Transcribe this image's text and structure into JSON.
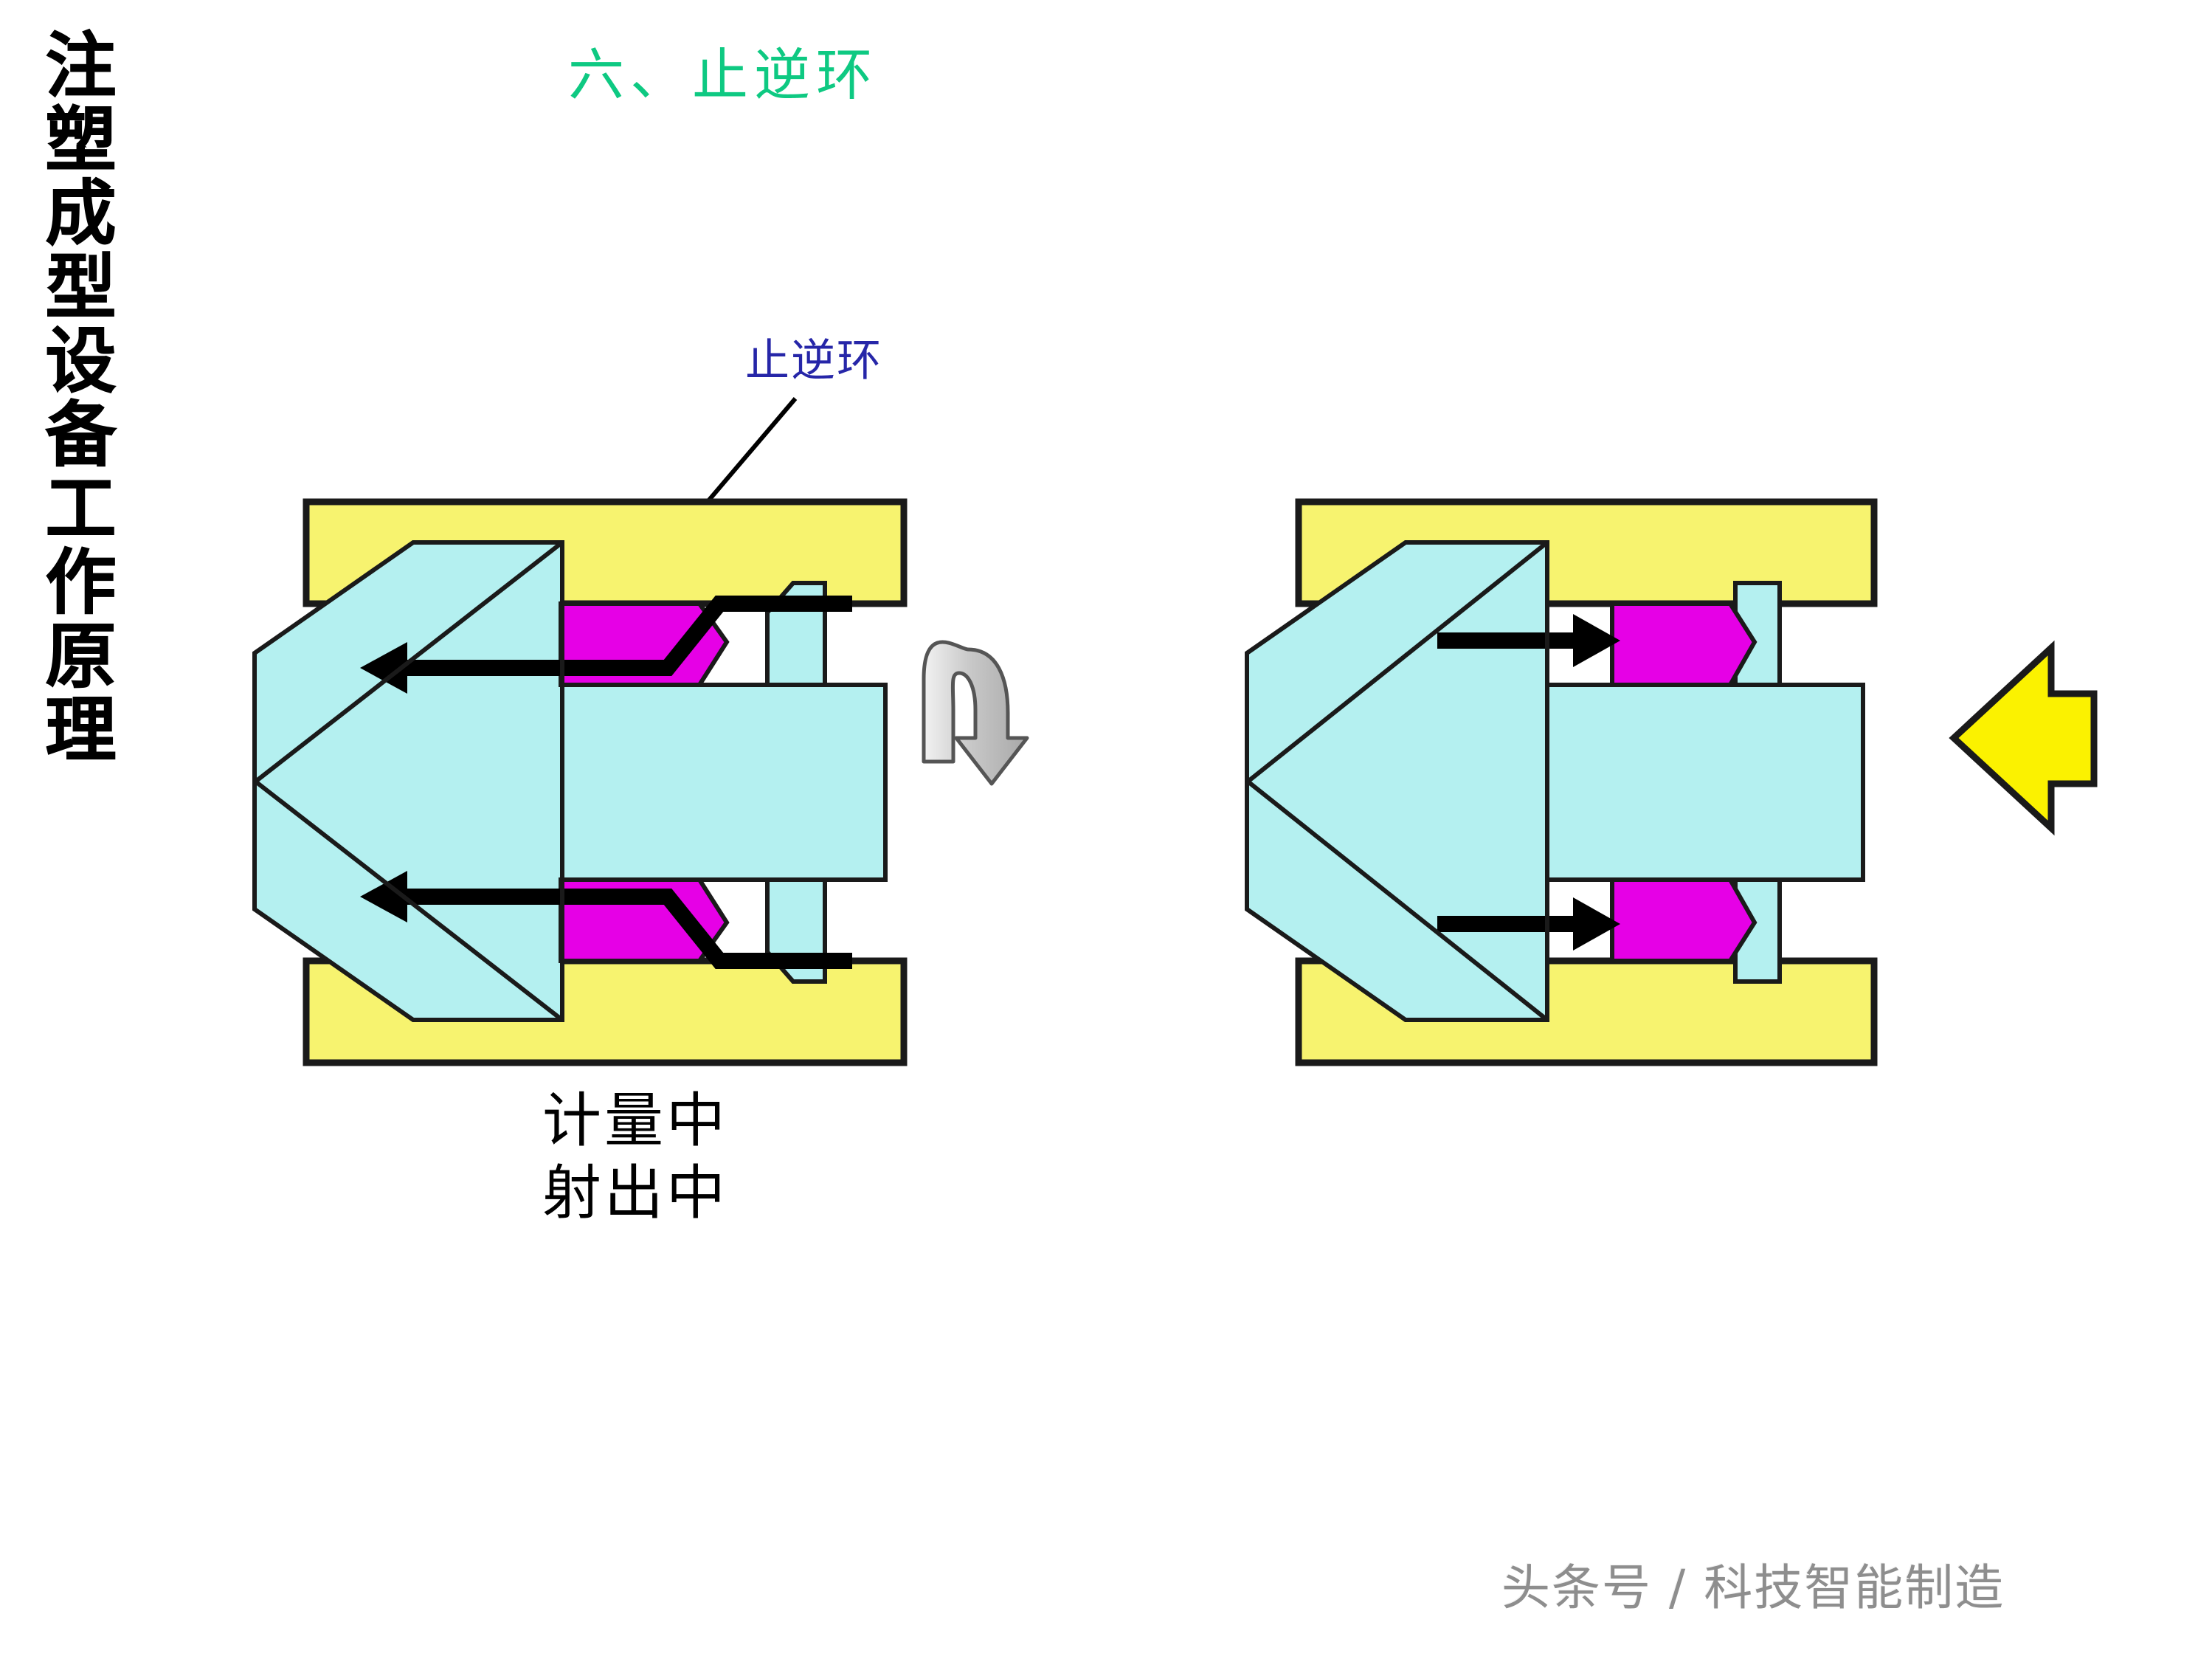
{
  "slide": {
    "background_color": "#ffffff",
    "vertical_title": "注塑成型设备工作原理",
    "title": "六、止逆环",
    "title_color": "#0ec982",
    "callout_label": "止逆环",
    "callout_label_color": "#2626a8",
    "watermark": "头条号 / 科技智能制造",
    "watermark_color": "#8e8e8e"
  },
  "captions": {
    "line1": "计量中",
    "line2": "射出中"
  },
  "colors": {
    "barrel_yellow": "#f7f36f",
    "screw_cyan": "#b4f0f0",
    "ring_magenta": "#e600e6",
    "outline_black": "#1a1a1a",
    "flow_arrow_black": "#000000",
    "rotation_arrow_gray": "#bdbdbd",
    "push_arrow_yellow": "#fbf200"
  },
  "diagrams": [
    {
      "id": "left-diagram",
      "name": "metering-stage-diagram",
      "state_caption": "计量中",
      "ring_position": "open",
      "flow_direction": "backward",
      "flow_arrow_count": 2,
      "barrel_bands": 2,
      "ring_count": 2
    },
    {
      "id": "right-diagram",
      "name": "injection-stage-diagram",
      "state_caption": "射出中",
      "ring_position": "seated",
      "flow_direction": "forward",
      "flow_arrow_count": 2,
      "barrel_bands": 2,
      "ring_count": 2
    }
  ],
  "indicators": {
    "rotation_arrow": "screw-rotation-arrow",
    "push_arrow": "injection-push-arrow"
  }
}
